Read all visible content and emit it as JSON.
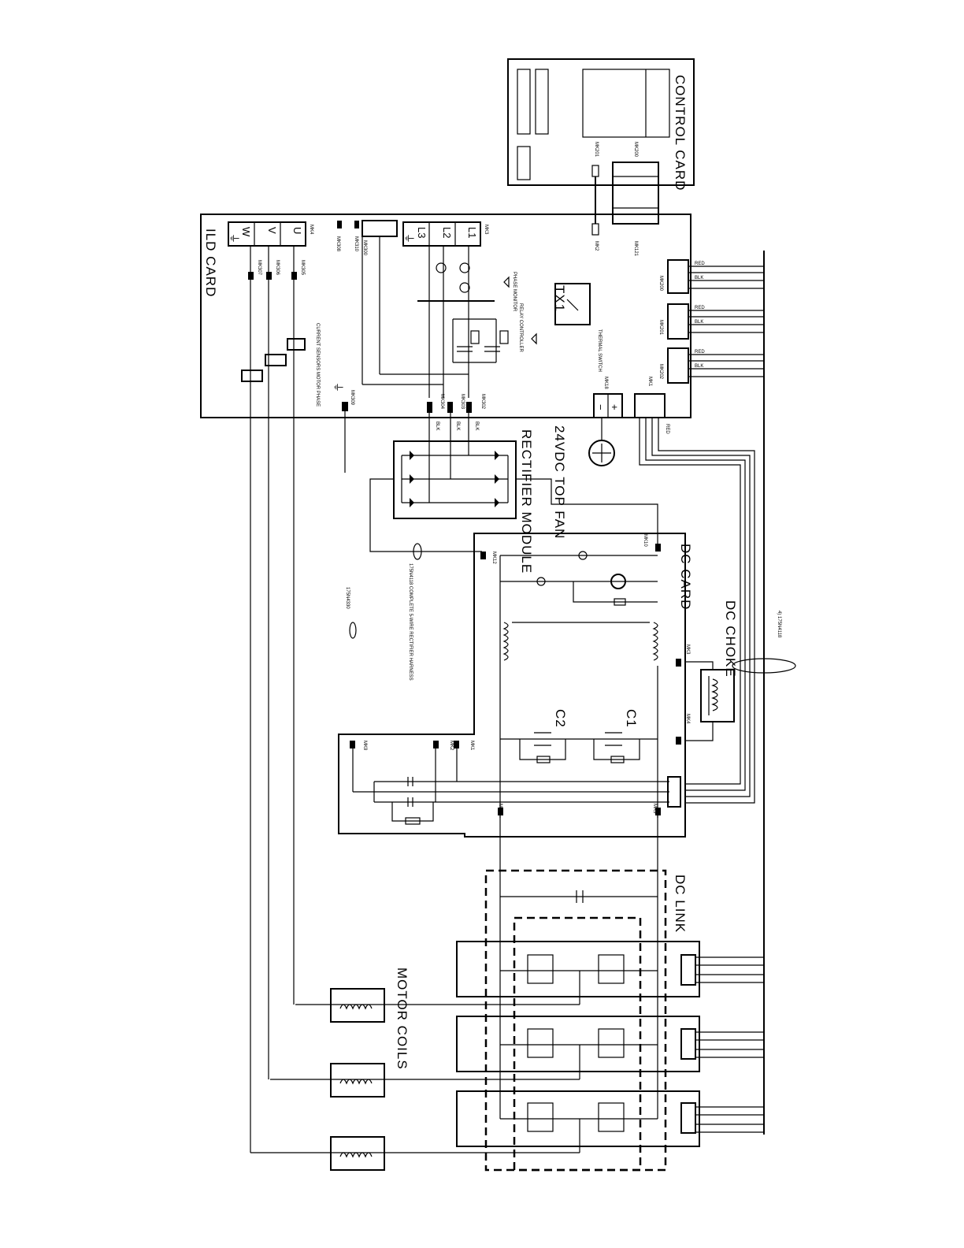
{
  "cards": {
    "control_card": "CONTROL CARD",
    "ild_card": "ILD CARD",
    "dc_card": "DC CARD",
    "rectifier_module": "RECTIFIER MODULE",
    "dc_choke": "DC CHOKE",
    "dc_link": "DC LINK",
    "motor_coils": "MOTOR COILS",
    "top_fan": "24VDC TOP FAN",
    "tx1": "TX1",
    "thermal_switch": "THERMAL SWITCH",
    "phase_monitor": "PHASE MONITOR",
    "relay_controller": "RELAY CONTROLLER",
    "current_sensors": "CURRENT SENSORS MOTOR PHASE"
  },
  "connectors": {
    "mk200_ctrl": "MK200",
    "mk201_ctrl": "MK201",
    "mk121": "MK121",
    "mk2": "MK2",
    "mk3": "MK3",
    "mk4": "MK4",
    "mk300": "MK300",
    "mk310": "MK310",
    "mk308": "MK308",
    "mk307": "MK307",
    "mk306": "MK306",
    "mk305": "MK305",
    "mk309": "MK309",
    "mk304": "MK304",
    "mk303": "MK303",
    "mk302": "MK302",
    "mk200": "MK200",
    "mk201": "MK201",
    "mk202": "MK202",
    "mk18": "MK18",
    "mk1": "MK1",
    "mk10": "MK10",
    "mk12": "MK12",
    "mk3_dc": "MK3",
    "mk4_dc": "MK4",
    "mk9": "MK9",
    "mk2_dc": "MK2",
    "mk1_dc": "MK1",
    "mk6": "MK6",
    "mk5": "MK5"
  },
  "terminals": {
    "l1": "L1",
    "l2": "L2",
    "l3": "L3",
    "u": "U",
    "v": "V",
    "w": "W"
  },
  "components": {
    "c1": "C1",
    "c2": "C2",
    "plus": "+",
    "minus": "−"
  },
  "wires": {
    "red": "RED",
    "blk": "BLK",
    "harness_rect": "175N4118 COMPLETE 5-WIRE RECTIFIER HARNESS",
    "harness_330": "175N4330",
    "harness_118": "4) 175N4118"
  }
}
